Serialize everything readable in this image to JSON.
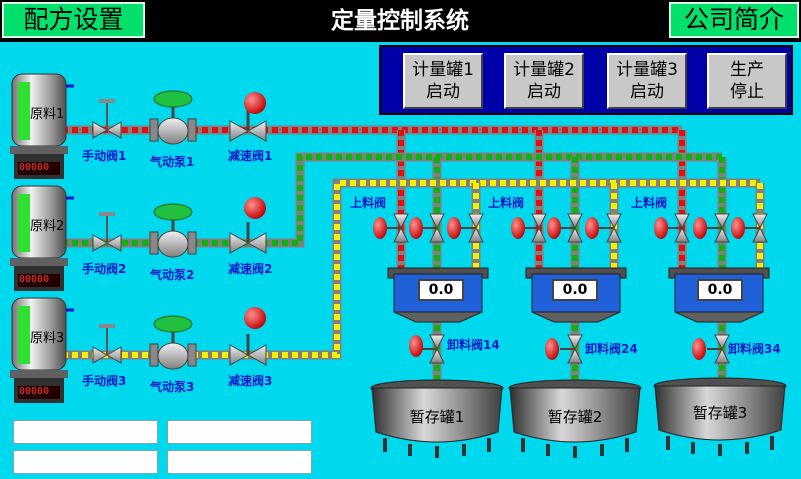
{
  "header": {
    "left_button": "配方设置",
    "title": "定量控制系统",
    "right_button": "公司简介"
  },
  "controls": [
    {
      "line1": "计量罐1",
      "line2": "启动"
    },
    {
      "line1": "计量罐2",
      "line2": "启动"
    },
    {
      "line1": "计量罐3",
      "line2": "启动"
    }
  ],
  "stop_button": {
    "line1": "生产",
    "line2": "停止"
  },
  "raw_tanks": [
    {
      "label": "原料1",
      "counter": "00000"
    },
    {
      "label": "原料2",
      "counter": "00000"
    },
    {
      "label": "原料3",
      "counter": "00000"
    }
  ],
  "lines": [
    {
      "manual_valve": "手动阀1",
      "pump": "气动泵1",
      "reducer": "减速阀1"
    },
    {
      "manual_valve": "手动阀2",
      "pump": "气动泵2",
      "reducer": "减速阀2"
    },
    {
      "manual_valve": "手动阀3",
      "pump": "气动泵3",
      "reducer": "减速阀3"
    }
  ],
  "metering_tanks": [
    {
      "feed_label": "上料阀",
      "value": "0.0",
      "discharge_label": "卸料阀14",
      "storage_label": "暂存罐1"
    },
    {
      "feed_label": "上料阀",
      "value": "0.0",
      "discharge_label": "卸料阀24",
      "storage_label": "暂存罐2"
    },
    {
      "feed_label": "上料阀",
      "value": "0.0",
      "discharge_label": "卸料阀34",
      "storage_label": "暂存罐3"
    }
  ],
  "colors": {
    "background": "#00d8ee",
    "header_bar": "#000000",
    "header_buttons": "#00e06a",
    "control_panel": "#0000a8",
    "pipe_line1": "#d00000",
    "pipe_line2": "#00a000",
    "pipe_line3": "#f0f000",
    "valve_red": "#e01818",
    "pump_green": "#20c040"
  }
}
